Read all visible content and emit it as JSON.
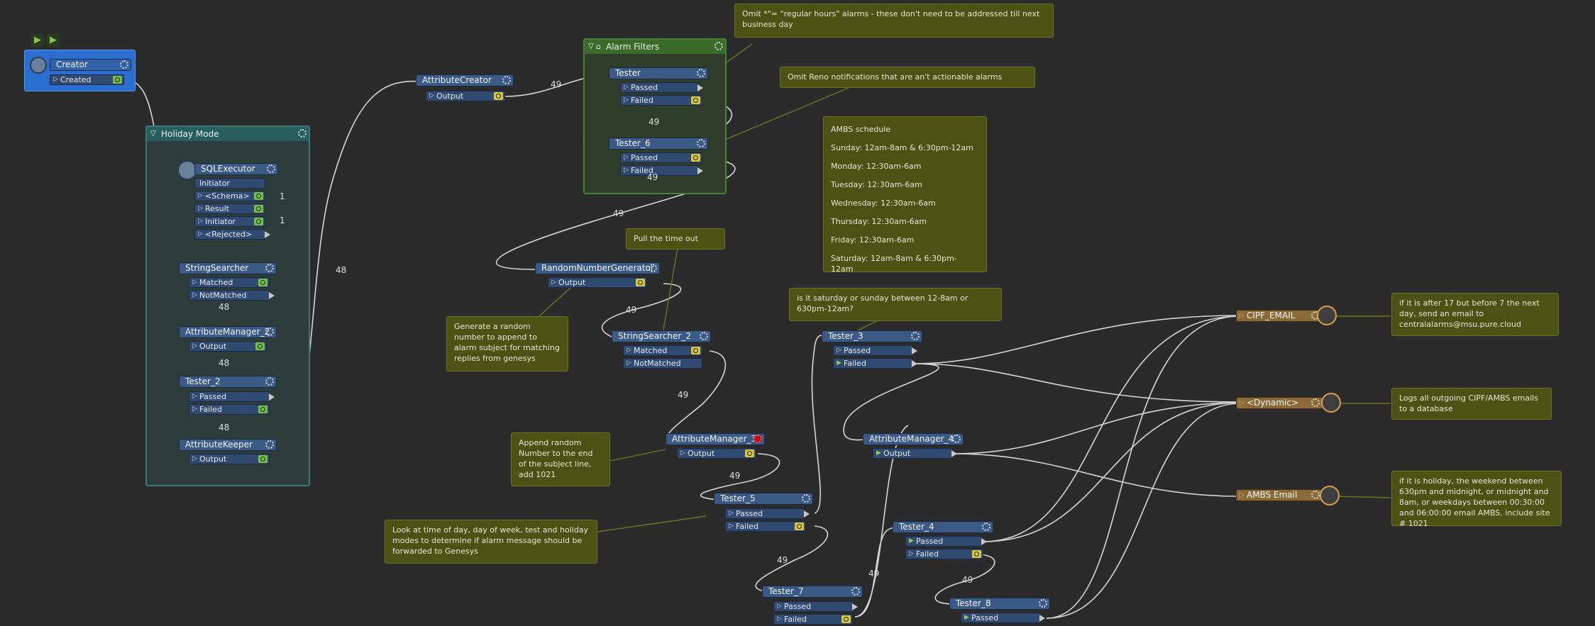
{
  "toolbar": {
    "run_icon": "play-icon",
    "run_from_icon": "play-step-icon"
  },
  "bookmarks": {
    "holiday_mode": {
      "label": "Holiday Mode"
    },
    "alarm_filters": {
      "label": "Alarm Filters"
    }
  },
  "transformers": {
    "creator": {
      "name": "Creator",
      "ports": [
        "Created"
      ]
    },
    "attribute_creator": {
      "name": "AttributeCreator",
      "ports": [
        "Output"
      ]
    },
    "sqlexecutor": {
      "name": "SQLExecutor",
      "input": "Initiator",
      "ports": [
        "<Schema>",
        "Result",
        "Initiator",
        "<Rejected>"
      ]
    },
    "string_searcher": {
      "name": "StringSearcher",
      "ports": [
        "Matched",
        "NotMatched"
      ]
    },
    "attribute_manager_2": {
      "name": "AttributeManager_2",
      "ports": [
        "Output"
      ]
    },
    "tester_2": {
      "name": "Tester_2",
      "ports": [
        "Passed",
        "Failed"
      ]
    },
    "attribute_keeper": {
      "name": "AttributeKeeper",
      "ports": [
        "Output"
      ]
    },
    "tester": {
      "name": "Tester",
      "ports": [
        "Passed",
        "Failed"
      ]
    },
    "tester_6": {
      "name": "Tester_6",
      "ports": [
        "Passed",
        "Failed"
      ]
    },
    "random_number_generator": {
      "name": "RandomNumberGenerator",
      "ports": [
        "Output"
      ]
    },
    "string_searcher_2": {
      "name": "StringSearcher_2",
      "ports": [
        "Matched",
        "NotMatched"
      ]
    },
    "attribute_manager_3": {
      "name": "AttributeManager_3",
      "ports": [
        "Output"
      ]
    },
    "tester_5": {
      "name": "Tester_5",
      "ports": [
        "Passed",
        "Failed"
      ]
    },
    "tester_7": {
      "name": "Tester_7",
      "ports": [
        "Passed",
        "Failed"
      ]
    },
    "tester_3": {
      "name": "Tester_3",
      "ports": [
        "Passed",
        "Failed"
      ]
    },
    "attribute_manager_4": {
      "name": "AttributeManager_4",
      "ports": [
        "Output"
      ]
    },
    "tester_4": {
      "name": "Tester_4",
      "ports": [
        "Passed",
        "Failed"
      ]
    },
    "tester_8": {
      "name": "Tester_8",
      "ports": [
        "Passed"
      ]
    }
  },
  "writers": {
    "cipf_email": {
      "name": "CIPF_EMAIL"
    },
    "dynamic": {
      "name": "<Dynamic>"
    },
    "ambs_email": {
      "name": "AMBS Email"
    }
  },
  "annotations": {
    "omit_regular": "Omit *\"= \"regular hours\" alarms - these don't need to be addressed till next business day",
    "omit_reno": "Omit Reno notifications that are an't actionable alarms",
    "ambs_schedule": [
      "AMBS schedule",
      "Sunday: 12am-8am & 6:30pm-12am",
      "Monday: 12:30am-6am",
      "Tuesday: 12:30am-6am",
      "Wednesday: 12:30am-6am",
      "Thursday: 12:30am-6am",
      "Friday: 12:30am-6am",
      "Saturday: 12am-8am & 6:30pm-12am"
    ],
    "pull_time": "Pull the time out",
    "saturday_sunday": "is it saturday or sunday between 12-8am or 630pm-12am?",
    "random_number": "Generate a random number to append to alarm subject for matching replies from genesys",
    "append_random": "Append random Number to the end of the subject line, add 1021",
    "look_at_time": "Look at time of day, day of week, test and holiday modes to determine if alarm message should be forwarded to Genesys",
    "after_17": "if it is after 17 but before 7 the next day, send an email to centralalarms@msu.pure.cloud",
    "logs_outgoing": "Logs all outgoing CIPF/AMBS emails to a database",
    "if_holiday": "if it is holiday, the weekend between 630pm and midnight, or midnight and 8am, or weekdays between 00:30:00 and 06:00:00 email AMBS. include site # 1021"
  },
  "counts": {
    "sql_schema": "1",
    "sql_initiator": "1",
    "c48a": "48",
    "c48b": "48",
    "c48c": "48",
    "c48_main": "48",
    "c49_ac": "49",
    "c49_tester": "49",
    "c49_tester6": "49",
    "c49_tester6_passed": "49",
    "c49_rng": "49",
    "c49_ss2": "49",
    "c49_am3": "49",
    "c49_t5": "49",
    "c49_t7": "49",
    "c49_t4": "49"
  },
  "colors": {
    "canvas": "#2b2b2b",
    "transformer": "#3c5a86",
    "writer": "#8a6a36",
    "annotation": "#4c5214",
    "holiday_bookmark": "#275e5e",
    "alarm_bookmark": "#3b6a2a",
    "creator_bookmark": "#2a6fd0"
  }
}
